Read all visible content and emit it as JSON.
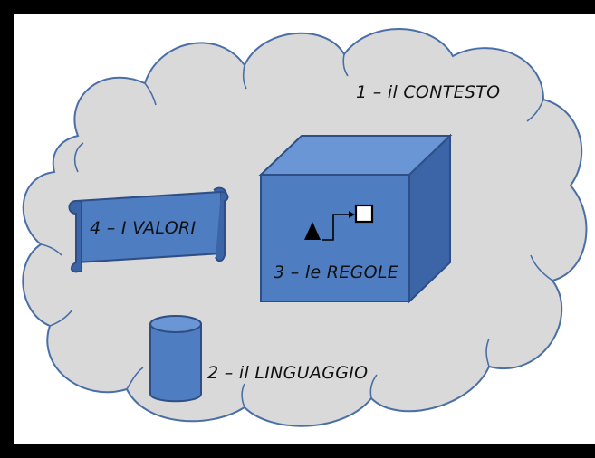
{
  "labels": {
    "contesto": "1 – il CONTESTO",
    "linguaggio": "2 – il LINGUAGGIO",
    "regole": "3 – le REGOLE",
    "valori": "4 – I VALORI"
  },
  "icons": {
    "cloud": "cloud-shape",
    "cube": "cube-shape",
    "scroll": "scroll-shape",
    "cylinder": "cylinder-shape",
    "triangle": "triangle-icon",
    "square": "square-icon",
    "arrow": "arrow-icon"
  },
  "colors": {
    "frame": "#000000",
    "cloud_fill": "#d9d9d9",
    "cloud_stroke": "#4a6fa8",
    "shape_fill": "#4f7dc2",
    "shape_top": "#6b96d6",
    "shape_side": "#3b65a6",
    "shape_stroke": "#2e4f86"
  }
}
